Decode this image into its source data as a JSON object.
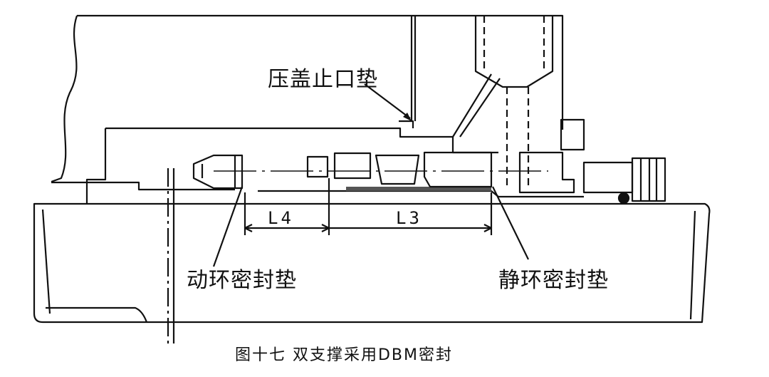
{
  "figure": {
    "labels": {
      "gland_stop_gasket": "压盖止口垫",
      "rotating_ring_gasket": "动环密封垫",
      "stationary_ring_gasket": "静环密封垫"
    },
    "dimensions": {
      "l4": "L4",
      "l3": "L3"
    },
    "caption": "图十七  双支撑采用DBM密封"
  },
  "colors": {
    "line": "#111111",
    "background": "#ffffff"
  }
}
